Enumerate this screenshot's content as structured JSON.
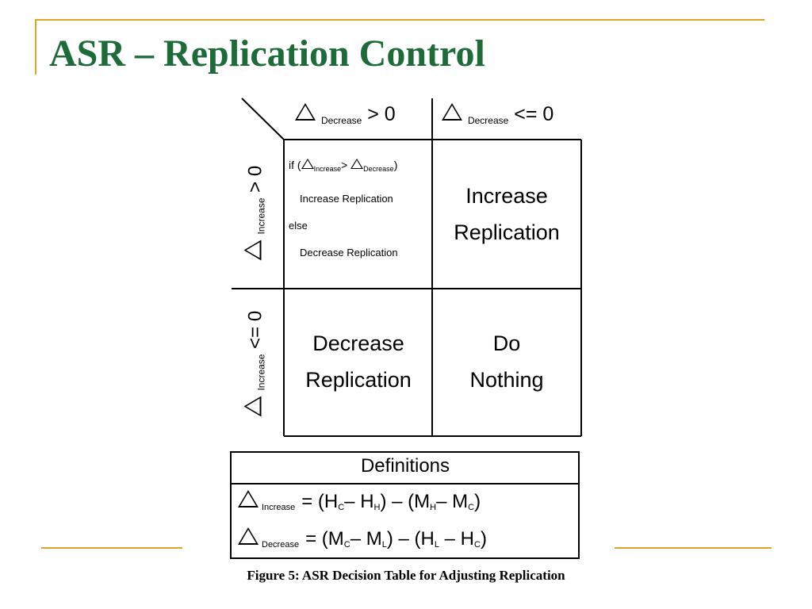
{
  "slide": {
    "title": "ASR – Replication Control",
    "accent_color": "#1e6b3a",
    "rule_color": "#d9a82a"
  },
  "table": {
    "col1_header": {
      "symbol": "delta-triangle-icon",
      "sub": "Decrease",
      "rel": "> 0"
    },
    "col2_header": {
      "symbol": "delta-triangle-icon",
      "sub": "Decrease",
      "rel": "<= 0"
    },
    "row1_header": {
      "symbol": "delta-triangle-icon",
      "sub": "Increase",
      "rel": "> 0"
    },
    "row2_header": {
      "symbol": "delta-triangle-icon",
      "sub": "Increase",
      "rel": "<= 0"
    },
    "cell_r1c1": {
      "if_prefix": "if (",
      "sub_a": "Increase",
      "gt": ">",
      "sub_b": "Decrease",
      "close": ")",
      "line2": "Increase Replication",
      "line3": "else",
      "line4": "Decrease Replication"
    },
    "cell_r1c2": {
      "line1": "Increase",
      "line2": "Replication"
    },
    "cell_r2c1": {
      "line1": "Decrease",
      "line2": "Replication"
    },
    "cell_r2c2": {
      "line1": "Do",
      "line2": "Nothing"
    }
  },
  "definitions": {
    "title": "Definitions",
    "def1": {
      "sub": "Increase",
      "eq": "= (H",
      "s1": "C",
      "m1": "– H",
      "s2": "H",
      "m2": ") – (M",
      "s3": "H",
      "m3": "– M",
      "s4": "C",
      "end": ")"
    },
    "def2": {
      "sub": "Decrease",
      "eq": "= (M",
      "s1": "C",
      "m1": "– M",
      "s2": "L",
      "m2": ") – (H",
      "s3": "L",
      "m3": " – H",
      "s4": "C",
      "end": ")"
    }
  },
  "caption": "Figure 5: ASR Decision Table for Adjusting Replication"
}
